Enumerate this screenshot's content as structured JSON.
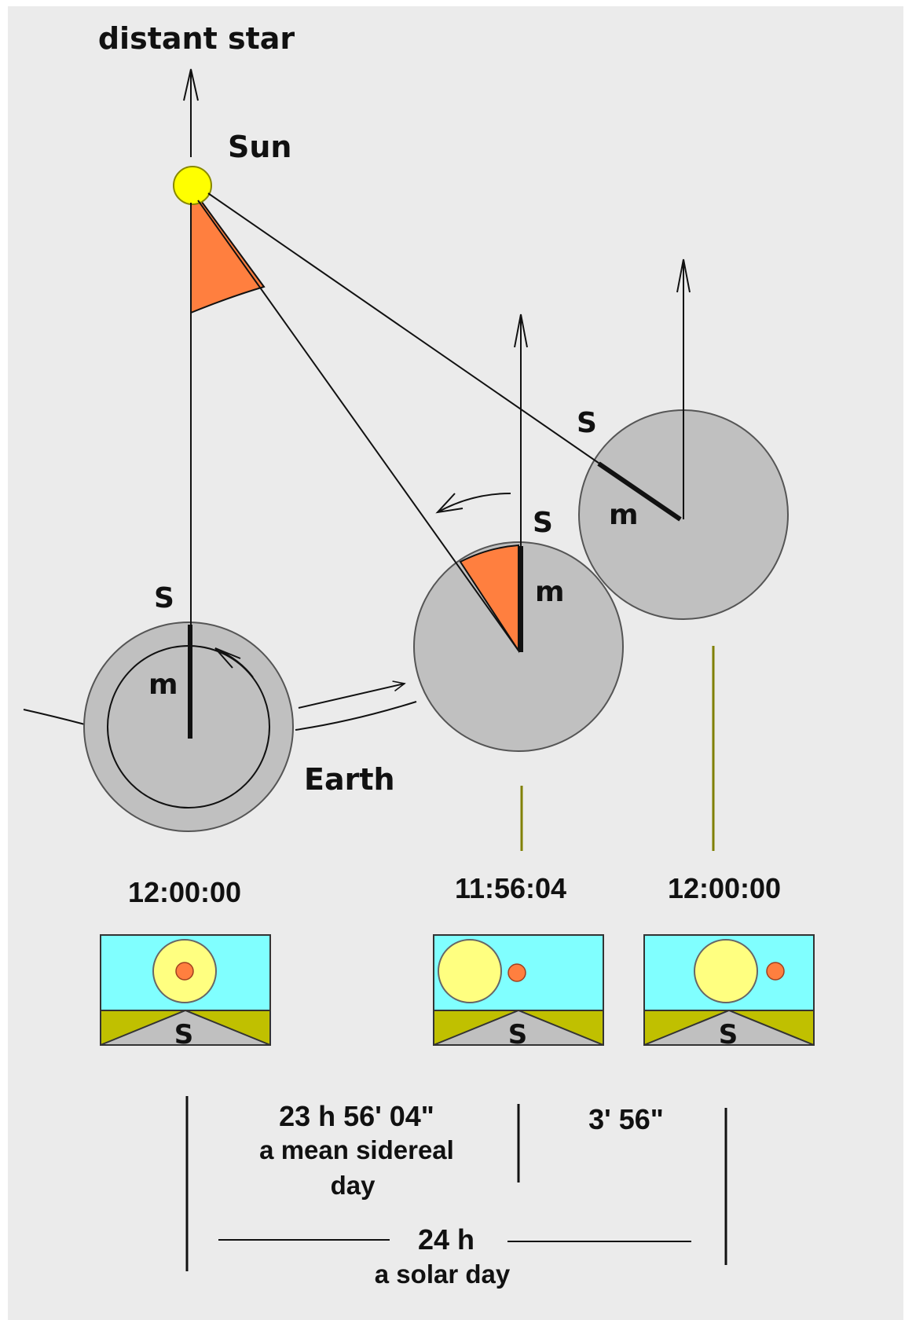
{
  "labels": {
    "distant_star": "distant star",
    "sun": "Sun",
    "earth": "Earth",
    "s": "S",
    "m": "m"
  },
  "times": {
    "t1": "12:00:00",
    "t2": "11:56:04",
    "t3": "12:00:00"
  },
  "panel_letter": "S",
  "durations": {
    "sidereal_time": "23 h 56' 04\"",
    "sidereal_line1": "a mean sidereal",
    "sidereal_line2": "day",
    "difference": "3' 56\"",
    "solar_time": "24 h",
    "solar_label": "a solar day"
  },
  "colors": {
    "background": "#ebebeb",
    "earth_fill": "#c0c0c0",
    "sun_fill": "#ffff00",
    "wedge": "#ff7f3f",
    "sky": "#80ffff",
    "ground": "#c0c000",
    "panel_sun": "#ffff80",
    "tick_olive": "#808000"
  }
}
